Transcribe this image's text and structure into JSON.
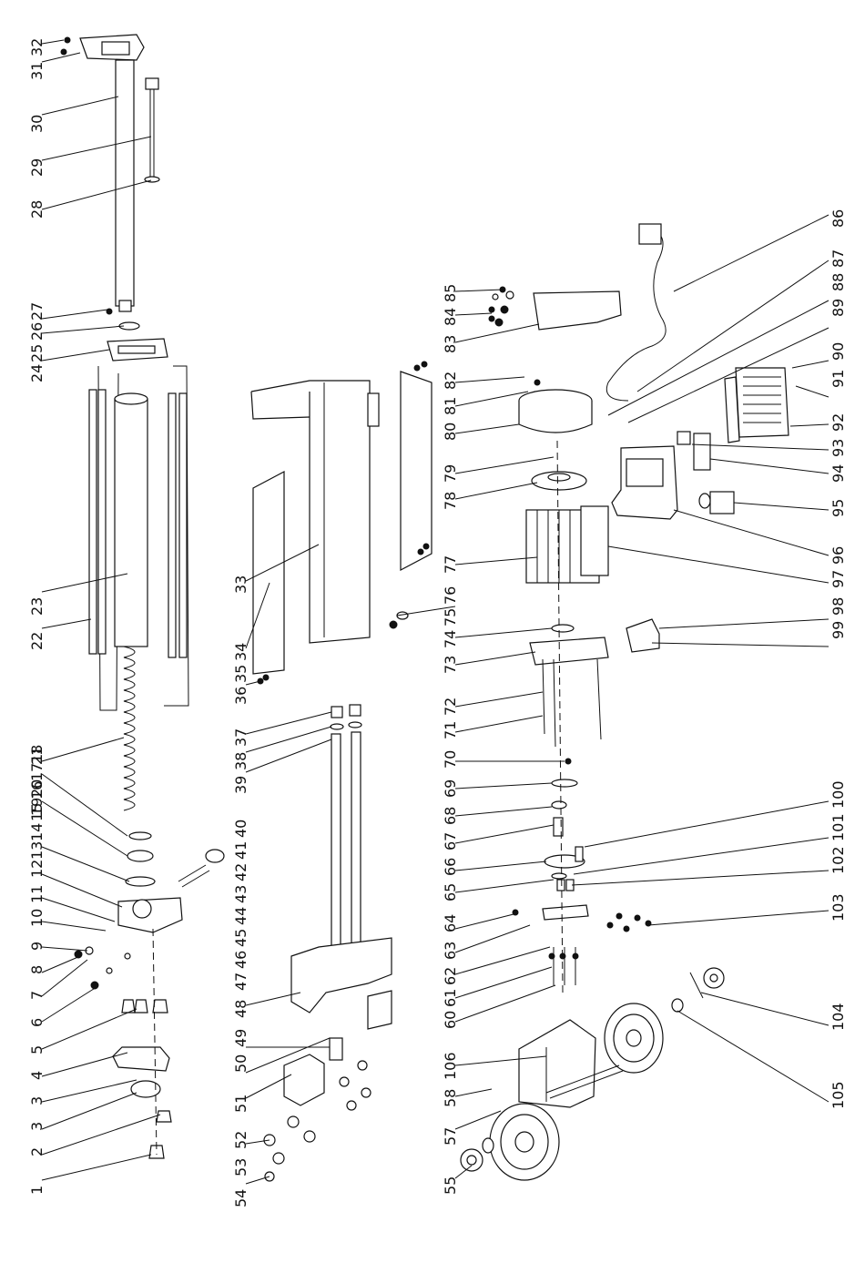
{
  "diagram": {
    "kind": "exploded-parts-view",
    "labels": [
      "1",
      "2",
      "3",
      "3",
      "4",
      "5",
      "6",
      "7",
      "8",
      "9",
      "10",
      "11",
      "12",
      "13",
      "14",
      "15",
      "16",
      "17",
      "18",
      "19",
      "20",
      "21",
      "22",
      "23",
      "24",
      "25",
      "26",
      "27",
      "28",
      "29",
      "30",
      "31",
      "32",
      "33",
      "34",
      "35",
      "36",
      "37",
      "38",
      "39",
      "40",
      "41",
      "42",
      "43",
      "44",
      "45",
      "46",
      "47",
      "48",
      "49",
      "50",
      "51",
      "52",
      "53",
      "54",
      "55",
      "57",
      "58",
      "60",
      "61",
      "62",
      "63",
      "64",
      "65",
      "66",
      "67",
      "68",
      "69",
      "70",
      "71",
      "72",
      "73",
      "74",
      "75",
      "76",
      "77",
      "78",
      "79",
      "80",
      "81",
      "82",
      "83",
      "84",
      "85",
      "86",
      "87",
      "88",
      "89",
      "90",
      "91",
      "92",
      "93",
      "94",
      "95",
      "96",
      "97",
      "98",
      "99",
      "100",
      "101",
      "102",
      "103",
      "104",
      "105",
      "106"
    ]
  },
  "colors": {
    "ink": "#111111",
    "paper": "#ffffff"
  }
}
